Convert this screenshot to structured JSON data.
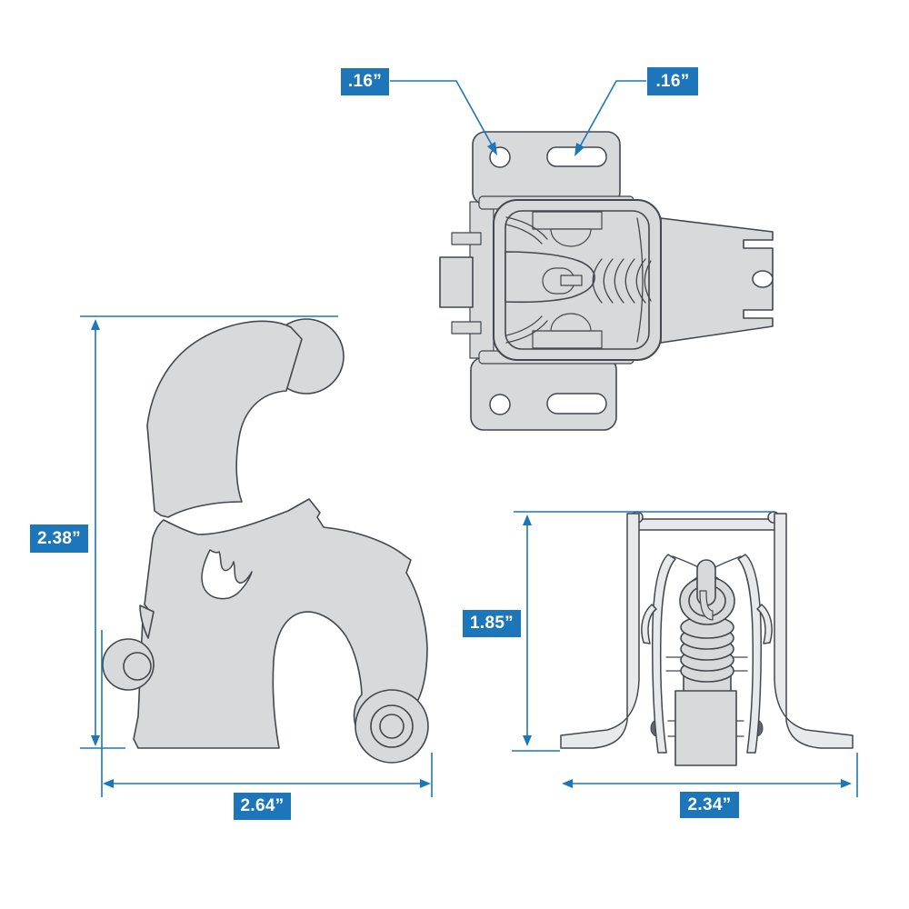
{
  "page": {
    "title": "Latch hardware dimension diagram",
    "background": "#ffffff"
  },
  "colors": {
    "accent_blue": "#1d76ba",
    "part_fill": "#d7d9da",
    "part_fill_light": "#e7e9ea",
    "part_outline": "#43484e",
    "bolt_gray": "#60656b",
    "white": "#ffffff",
    "label_text": "#ffffff"
  },
  "callouts": {
    "left_hole": {
      "label": ".16”",
      "target": "round-mounting-hole"
    },
    "right_hole": {
      "label": ".16”",
      "target": "slotted-mounting-hole"
    }
  },
  "dimensions": {
    "side_height": "2.38”",
    "side_width": "2.64”",
    "front_height": "1.85”",
    "front_width": "2.34”"
  },
  "views": {
    "top": "top-view",
    "side": "side-view",
    "front": "front-view"
  }
}
